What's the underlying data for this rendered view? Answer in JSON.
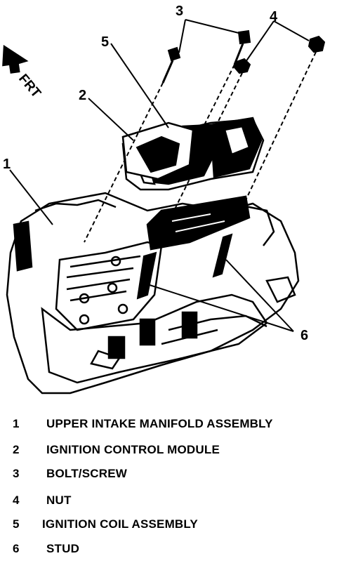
{
  "figure": {
    "orientation_label": "FRT",
    "callouts": [
      "1",
      "2",
      "3",
      "4",
      "5",
      "6"
    ]
  },
  "legend": [
    {
      "number": "1",
      "text": "UPPER INTAKE MANIFOLD ASSEMBLY"
    },
    {
      "number": "2",
      "text": "IGNITION CONTROL MODULE"
    },
    {
      "number": "3",
      "text": "BOLT/SCREW"
    },
    {
      "number": "4",
      "text": "NUT"
    },
    {
      "number": "5",
      "text": "IGNITION COIL ASSEMBLY"
    },
    {
      "number": "6",
      "text": "STUD"
    }
  ]
}
